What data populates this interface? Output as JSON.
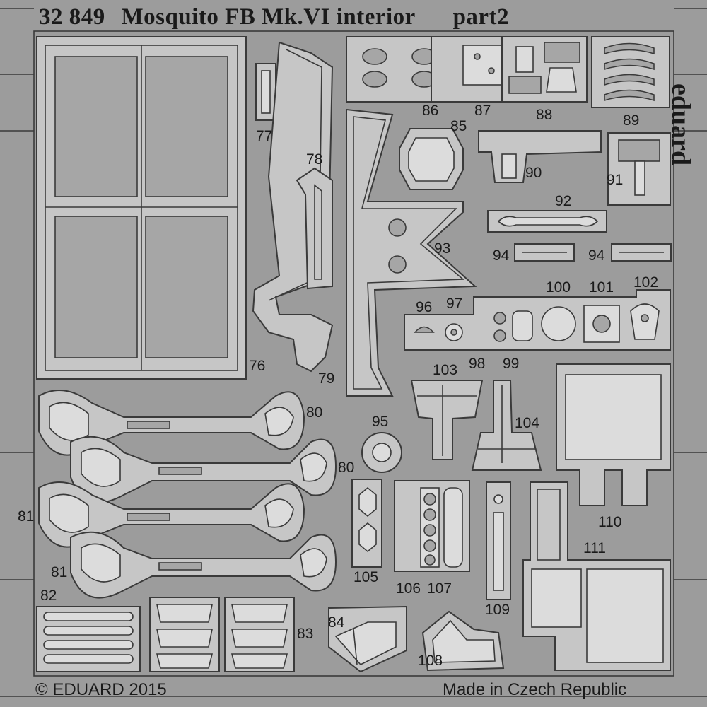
{
  "title": {
    "code": "32 849",
    "subject": "Mosquito FB Mk.VI interior",
    "part": "part2"
  },
  "brand": "eduard",
  "part_numbers": {
    "p76": "76",
    "p77": "77",
    "p78": "78",
    "p79": "79",
    "p80a": "80",
    "p80b": "80",
    "p81a": "81",
    "p81b": "81",
    "p82": "82",
    "p83": "83",
    "p84": "84",
    "p85": "85",
    "p86": "86",
    "p87": "87",
    "p88": "88",
    "p89": "89",
    "p90": "90",
    "p91": "91",
    "p92": "92",
    "p93": "93",
    "p94a": "94",
    "p94b": "94",
    "p95": "95",
    "p96": "96",
    "p97": "97",
    "p98": "98",
    "p99": "99",
    "p100": "100",
    "p101": "101",
    "p102": "102",
    "p103": "103",
    "p104": "104",
    "p105": "105",
    "p106": "106",
    "p107": "107",
    "p108": "108",
    "p109": "109",
    "p110": "110",
    "p111": "111"
  },
  "footer": {
    "copyright": "© EDUARD 2015",
    "origin": "Made in Czech Republic"
  },
  "colors": {
    "background": "#9c9c9c",
    "fret": "#c6c6c6",
    "outline": "#3a3a3a",
    "text": "#1a1a1a"
  }
}
